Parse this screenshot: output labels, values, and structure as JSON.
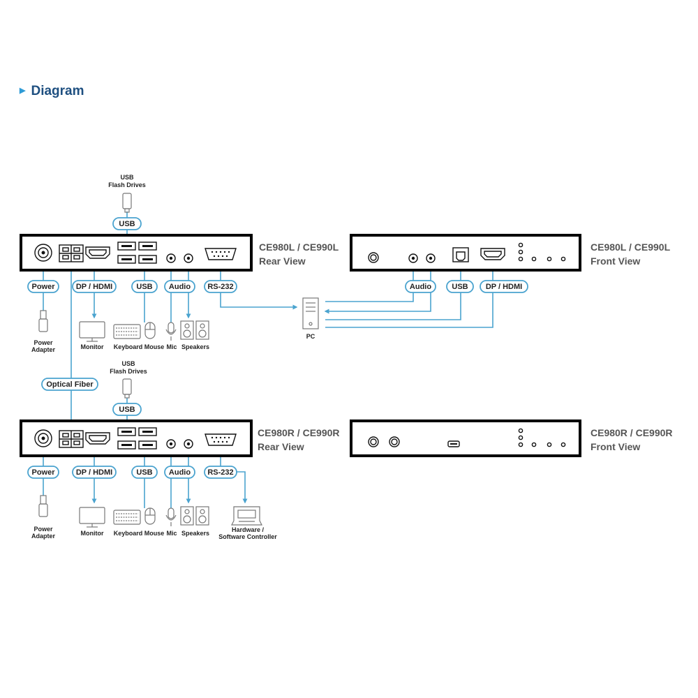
{
  "heading": "Diagram",
  "units": {
    "local_rear": {
      "model": "CE980L / CE990L",
      "view": "Rear View"
    },
    "local_front": {
      "model": "CE980L / CE990L",
      "view": "Front View"
    },
    "remote_rear": {
      "model": "CE980R / CE990R",
      "view": "Rear View"
    },
    "remote_front": {
      "model": "CE980R / CE990R",
      "view": "Front View"
    }
  },
  "ports": {
    "power": "Power",
    "dp_hdmi": "DP / HDMI",
    "usb": "USB",
    "audio": "Audio",
    "rs232": "RS-232",
    "optical_fiber": "Optical Fiber"
  },
  "devices": {
    "usb_flash_line1": "USB",
    "usb_flash_line2": "Flash Drives",
    "power_adapter_line1": "Power",
    "power_adapter_line2": "Adapter",
    "monitor": "Monitor",
    "keyboard_mouse": "Keyboard Mouse",
    "mic": "Mic",
    "speakers": "Speakers",
    "pc": "PC",
    "controller_line1": "Hardware /",
    "controller_line2": "Software Controller"
  },
  "colors": {
    "accent": "#4aa3cf",
    "heading": "#1e4f80",
    "frame": "#000000"
  },
  "icons": [
    "heading-triangle-icon",
    "power-jack-icon",
    "fiber-port-icon",
    "hdmi-port-icon",
    "usb-port-icon",
    "audio-jack-icon",
    "rs232-port-icon",
    "usb-b-port-icon",
    "led-icon",
    "usb-flash-drive-icon",
    "power-adapter-icon",
    "monitor-icon",
    "keyboard-icon",
    "mouse-icon",
    "mic-icon",
    "speakers-icon",
    "pc-tower-icon",
    "controller-icon"
  ]
}
